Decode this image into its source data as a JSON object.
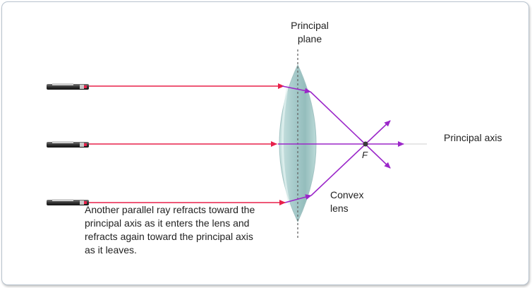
{
  "labels": {
    "principal_plane": "Principal\nplane",
    "principal_axis": "Principal axis",
    "focal_point": "F",
    "convex_lens": "Convex\nlens",
    "caption": "Another parallel ray refracts toward the\nprincipal axis as it enters the lens and\nrefracts again toward the principal axis\nas it leaves."
  },
  "colors": {
    "incoming_ray": "#e8204a",
    "refracted_ray": "#9b27c9",
    "axis": "#c9c9c9",
    "lens_fill": "#a9cfcf",
    "plane": "#666666"
  },
  "icons": [
    "laser-pointer-icon",
    "laser-pointer-icon",
    "laser-pointer-icon"
  ]
}
